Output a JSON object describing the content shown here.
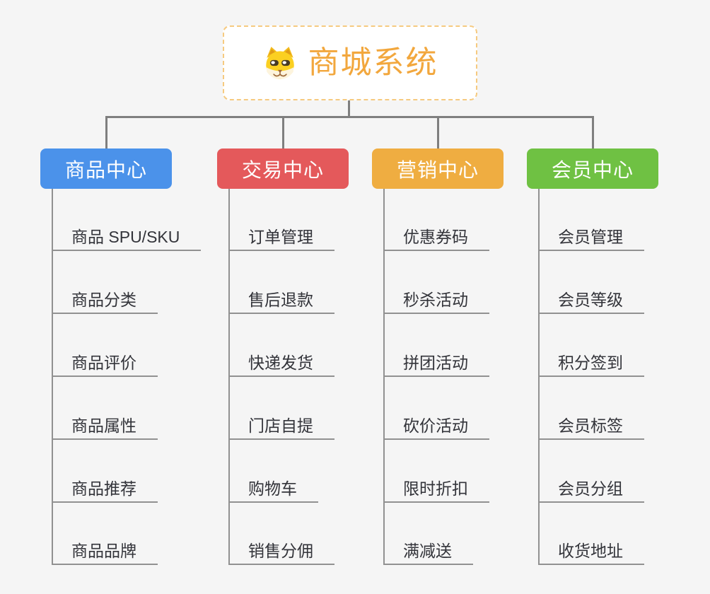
{
  "colors": {
    "background": "#f5f5f5",
    "connector": "#7f7f7f",
    "guide": "#919191",
    "root_text": "#f2a73d",
    "root_border": "#f6ca80",
    "leaf_text": "#33343a",
    "branch_text": "#ffffff"
  },
  "root": {
    "title": "商城系统",
    "icon": "doge-face-icon"
  },
  "branches": [
    {
      "label": "商品中心",
      "color": "#4b92ea",
      "items": [
        "商品 SPU/SKU",
        "商品分类",
        "商品评价",
        "商品属性",
        "商品推荐",
        "商品品牌"
      ]
    },
    {
      "label": "交易中心",
      "color": "#e4595b",
      "items": [
        "订单管理",
        "售后退款",
        "快递发货",
        "门店自提",
        "购物车",
        "销售分佣"
      ]
    },
    {
      "label": "营销中心",
      "color": "#efad41",
      "items": [
        "优惠券码",
        "秒杀活动",
        "拼团活动",
        "砍价活动",
        "限时折扣",
        "满减送"
      ]
    },
    {
      "label": "会员中心",
      "color": "#6fc143",
      "items": [
        "会员管理",
        "会员等级",
        "积分签到",
        "会员标签",
        "会员分组",
        "收货地址"
      ]
    }
  ]
}
